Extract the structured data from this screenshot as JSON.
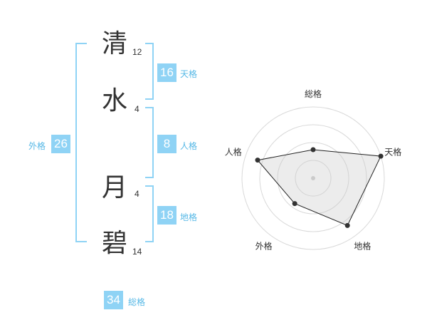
{
  "name": {
    "chars": [
      {
        "char": "清",
        "strokes": "12"
      },
      {
        "char": "水",
        "strokes": "4"
      },
      {
        "char": "月",
        "strokes": "4"
      },
      {
        "char": "碧",
        "strokes": "14"
      }
    ]
  },
  "fortunes": {
    "tenkaku": {
      "value": "16",
      "label": "天格"
    },
    "jinkaku": {
      "value": "8",
      "label": "人格"
    },
    "chikaku": {
      "value": "18",
      "label": "地格"
    },
    "gaikaku": {
      "value": "26",
      "label": "外格"
    },
    "soukaku": {
      "value": "34",
      "label": "総格"
    }
  },
  "colors": {
    "accent": "#8fd3f5",
    "accent_text": "#56b8e6",
    "text": "#333333"
  },
  "chart_data": {
    "type": "radar",
    "axes": [
      "総格",
      "天格",
      "地格",
      "外格",
      "人格"
    ],
    "values": [
      0.4,
      1.0,
      0.82,
      0.44,
      0.82
    ],
    "range": [
      0,
      1
    ],
    "rings": 4
  }
}
